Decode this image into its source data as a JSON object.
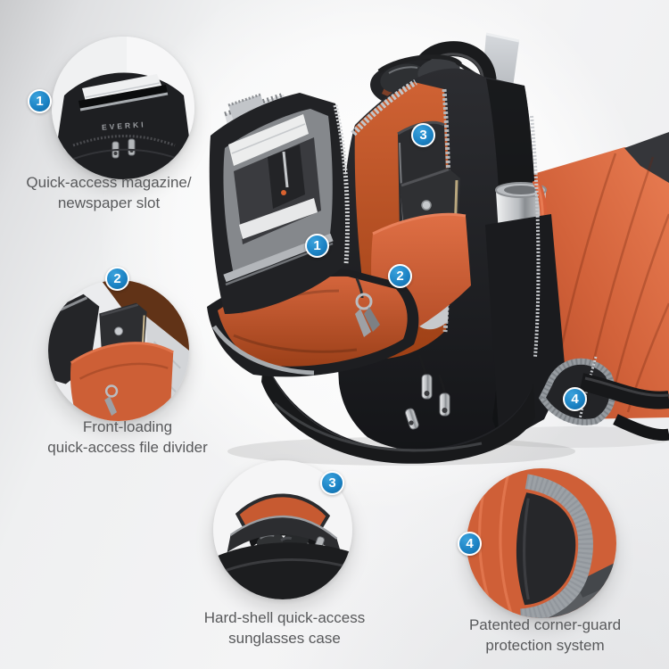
{
  "brand": {
    "logo_text": "EVERKI"
  },
  "colors": {
    "badge_blue": "#1b82c4",
    "orange": "#cd5f36",
    "label_gray": "#58595b"
  },
  "callouts": [
    {
      "number": "1",
      "lines": [
        "Quick-access magazine/",
        "newspaper slot"
      ]
    },
    {
      "number": "2",
      "lines": [
        "Front-loading",
        "quick-access file divider"
      ]
    },
    {
      "number": "3",
      "lines": [
        "Hard-shell quick-access",
        "sunglasses case"
      ]
    },
    {
      "number": "4",
      "lines": [
        "Patented corner-guard",
        "protection system"
      ]
    }
  ],
  "photo_markers": [
    {
      "number": "1"
    },
    {
      "number": "2"
    },
    {
      "number": "3"
    },
    {
      "number": "4"
    }
  ]
}
